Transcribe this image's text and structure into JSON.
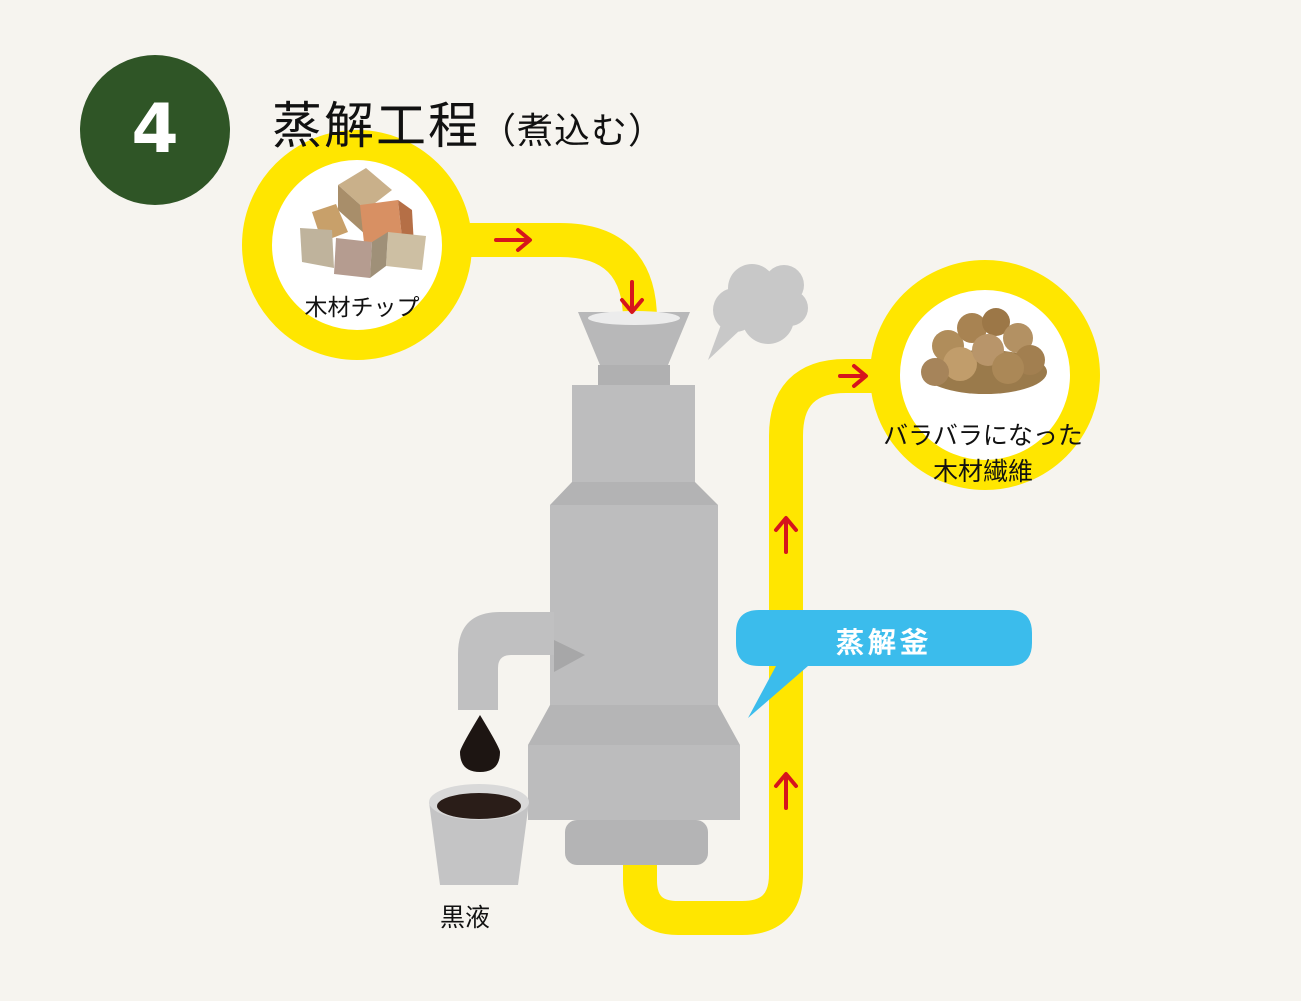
{
  "step": {
    "number": "4",
    "title": "蒸解工程",
    "subtitle": "（煮込む）"
  },
  "labels": {
    "wood_chips": "木材チップ",
    "fibers_line1": "バラバラになった",
    "fibers_line2": "木材繊維",
    "digester": "蒸解釜",
    "black_liquor": "黒液"
  },
  "colors": {
    "badge": "#2f5526",
    "flow": "#ffe600",
    "arrow": "#d6151c",
    "callout": "#3bbcec",
    "machine": "#b8b8b9",
    "background": "#f6f4ef"
  },
  "icons": [
    "wood-chips-icon",
    "wood-fiber-pile-icon",
    "steam-cloud-icon",
    "black-liquor-drop-icon",
    "cup-icon"
  ]
}
